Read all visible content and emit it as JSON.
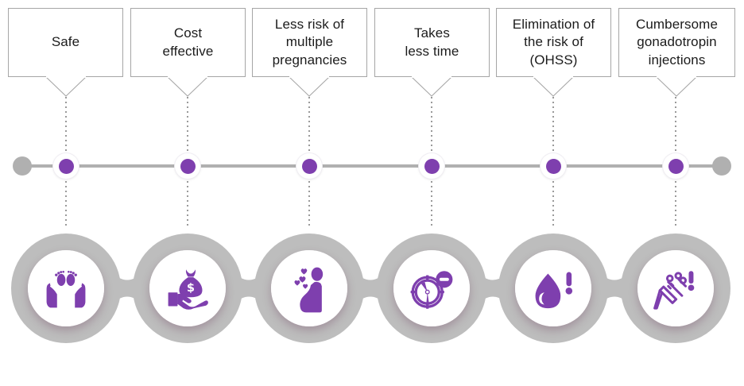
{
  "theme": {
    "purple": "#7e3fae",
    "gray": "#b0b0b0",
    "ring_gray": "#bdbdbd",
    "box_border": "#a6a6a6",
    "text": "#1b1b1b",
    "background": "#ffffff"
  },
  "diagram": {
    "type": "horizontal-timeline-infographic",
    "step_count": 6,
    "steps": [
      {
        "index": 1,
        "label": "Safe",
        "label_lines": [
          "Safe"
        ],
        "icon": "baby-feet-in-hands-icon"
      },
      {
        "index": 2,
        "label": "Cost effective",
        "label_lines": [
          "Cost",
          "effective"
        ],
        "icon": "hand-holding-money-bag-icon"
      },
      {
        "index": 3,
        "label": "Less risk of multiple pregnancies",
        "label_lines": [
          "Less risk of",
          "multiple",
          "pregnancies"
        ],
        "icon": "pregnant-woman-hearts-icon"
      },
      {
        "index": 4,
        "label": "Takes less time",
        "label_lines": [
          "Takes",
          "less time"
        ],
        "icon": "clock-minus-icon"
      },
      {
        "index": 5,
        "label": "Elimination of the risk of (OHSS)",
        "label_lines": [
          "Elimination of",
          "the risk of",
          "(OHSS)"
        ],
        "icon": "droplet-exclamation-icon"
      },
      {
        "index": 6,
        "label": "Cumbersome gonadotropin injections",
        "label_lines": [
          "Cumbersome",
          "gonadotropin",
          "injections"
        ],
        "icon": "syringe-exclamation-icon"
      }
    ]
  }
}
